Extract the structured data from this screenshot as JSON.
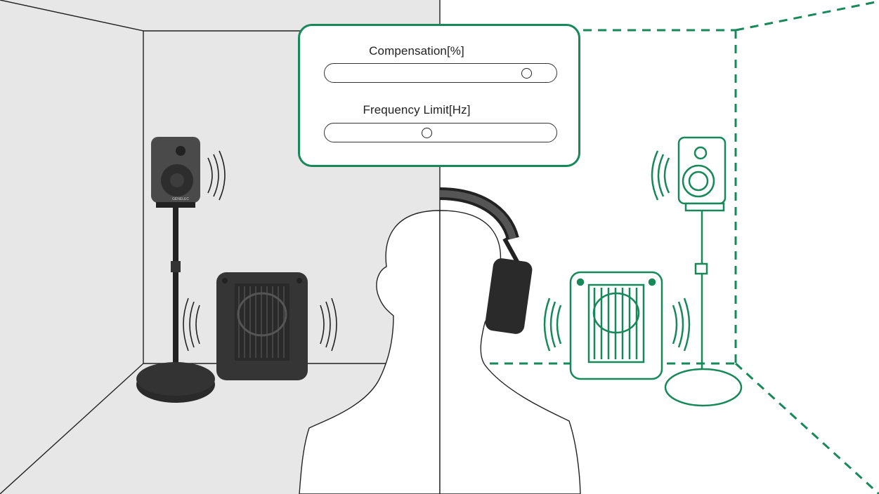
{
  "panel": {
    "sliders": [
      {
        "label": "Compensation[%]",
        "value_fraction": 0.87
      },
      {
        "label": "Frequency Limit[Hz]",
        "value_fraction": 0.44
      }
    ]
  },
  "speaker_brand": "GENELEC",
  "colors": {
    "accent_green": "#17885a",
    "room_gray": "#e6e6e6",
    "speaker_dark": "#3a3a3a"
  }
}
